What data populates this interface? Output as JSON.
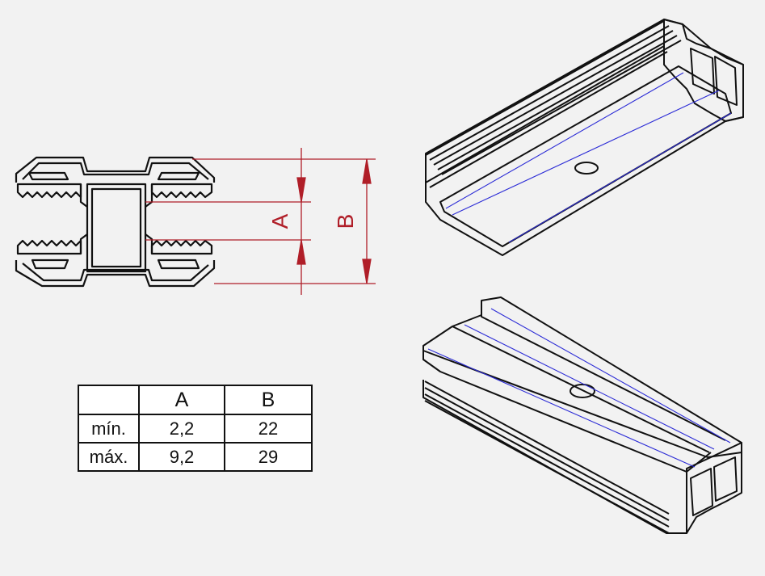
{
  "dimensions": {
    "label_a": "A",
    "label_b": "B"
  },
  "table": {
    "columns": [
      "",
      "A",
      "B"
    ],
    "rows": [
      {
        "label": "mín.",
        "a": "2,2",
        "b": "22"
      },
      {
        "label": "máx.",
        "a": "9,2",
        "b": "29"
      }
    ]
  },
  "colors": {
    "background": "#f2f2f2",
    "line": "#111111",
    "dimension": "#b01e28",
    "highlight": "#2b2bd6"
  }
}
